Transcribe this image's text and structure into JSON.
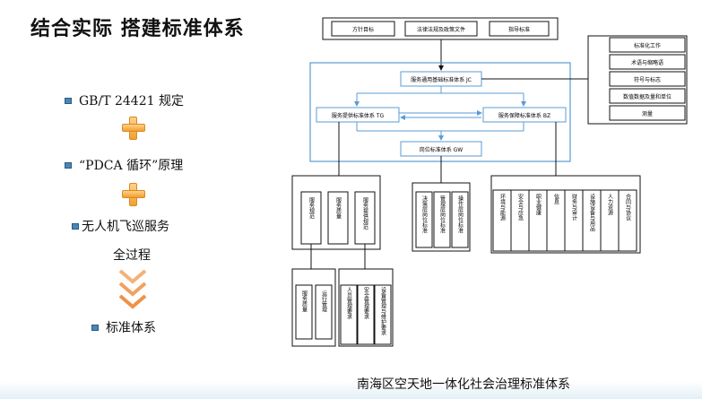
{
  "slide": {
    "title": "结合实际 搭建标准体系",
    "caption": "南海区空天地一体化社会治理标准体系"
  },
  "left_flow": {
    "items": [
      "GB/T 24421 规定",
      "“PDCA 循环”原理",
      "无人机飞巡服务",
      "全过程",
      "标准体系"
    ]
  },
  "diagram": {
    "top_boxes": [
      "方针目标",
      "法律法规及政策文件",
      "指导标准"
    ],
    "side_boxes": [
      "标准化工作",
      "术语与缩略语",
      "符号与标志",
      "数值数据及量和单位",
      "测量"
    ],
    "core": "服务通用基础标准体系 JC",
    "provide": "服务提供标准体系 TG",
    "support": "服务保障标准体系 BZ",
    "post": "岗位标准体系 GW",
    "provide_children": [
      "服务规范",
      "服务质量",
      "服务提供规范"
    ],
    "provide_sub_1": [
      "服务质量",
      "运行管理"
    ],
    "provide_sub_2": [
      "人员管理要求",
      "安全管理要求",
      "设备管理与维护要求"
    ],
    "middle_children": [
      "决策层岗位标准",
      "管理层岗位标准",
      "操作层岗位标准"
    ],
    "support_children": [
      "环境与能源",
      "安全与应急",
      "职业健康",
      "信息",
      "财务与审计",
      "设施设备与用品",
      "人力资源",
      "合同与协议"
    ]
  }
}
